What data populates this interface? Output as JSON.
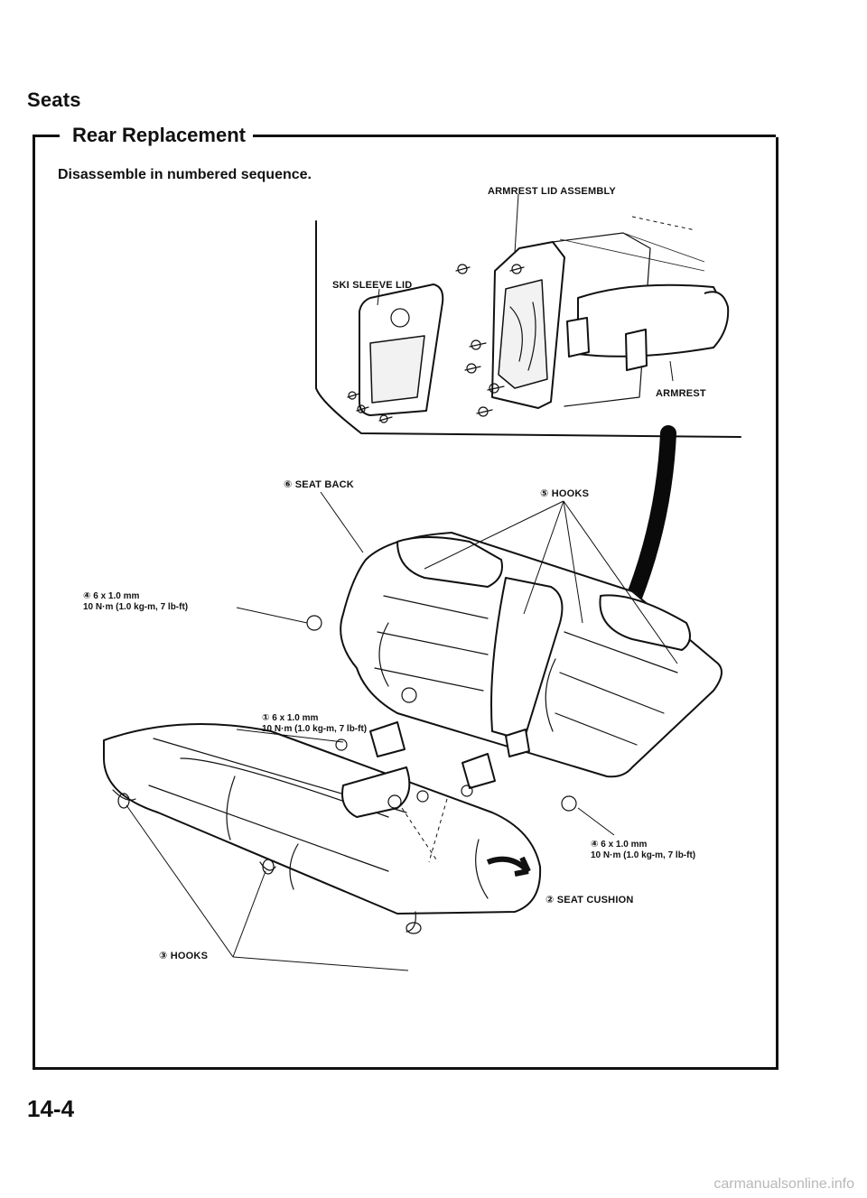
{
  "header": {
    "section_title": "Seats",
    "sub_title": "Rear Replacement"
  },
  "instructions": "Disassemble in numbered sequence.",
  "labels": {
    "armrest_lid_assembly": "ARMREST LID ASSEMBLY",
    "ski_sleeve_lid": "SKI SLEEVE LID",
    "armrest": "ARMREST",
    "seat_back": "⑥ SEAT BACK",
    "hooks_5": "⑤ HOOKS",
    "bolt_4_upper_line1": "④ 6 x 1.0 mm",
    "bolt_4_upper_line2": "10 N·m (1.0 kg-m, 7 lb-ft)",
    "bolt_1_line1": "① 6 x 1.0 mm",
    "bolt_1_line2": "10 N·m (1.0 kg-m, 7 lb-ft)",
    "bolt_4_lower_line1": "④ 6 x 1.0 mm",
    "bolt_4_lower_line2": "10 N·m (1.0 kg-m, 7 lb-ft)",
    "seat_cushion": "② SEAT CUSHION",
    "hooks_3": "③ HOOKS"
  },
  "footer": {
    "page_number": "14-4",
    "watermark": "carmanualsonline.info"
  }
}
